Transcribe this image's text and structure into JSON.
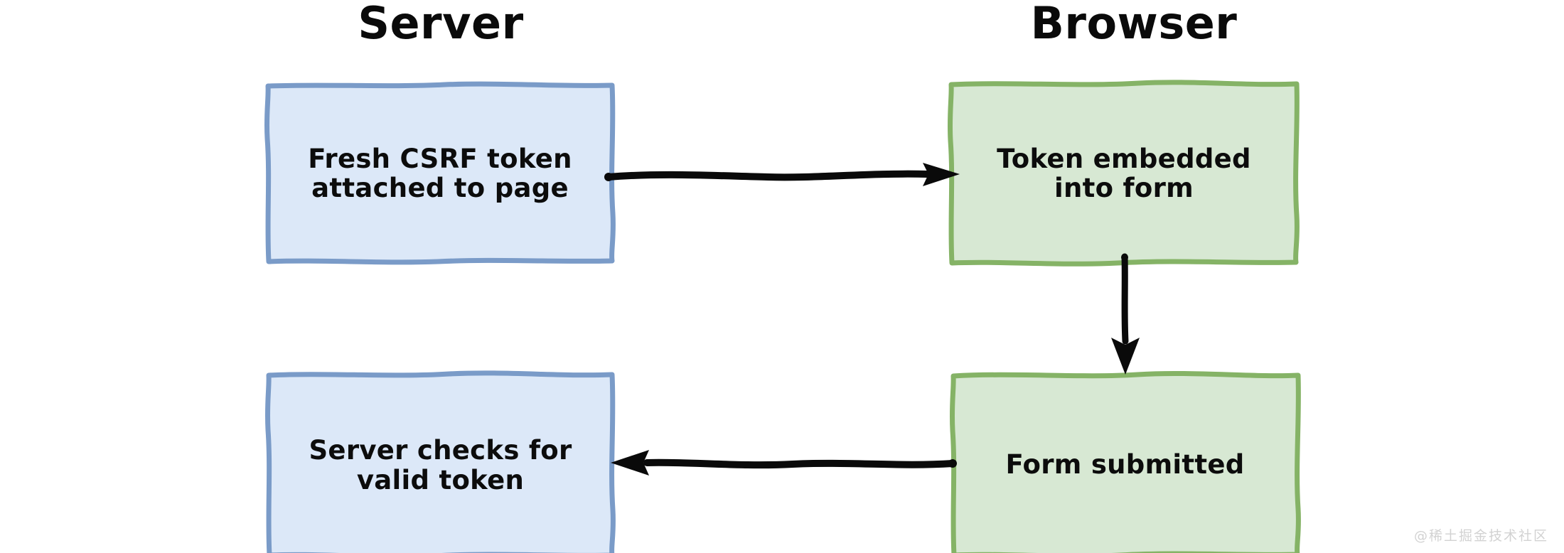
{
  "diagram": {
    "type": "flowchart",
    "background_color": "#ffffff",
    "columns": [
      {
        "id": "server",
        "title": "Server"
      },
      {
        "id": "browser",
        "title": "Browser"
      }
    ],
    "palette": {
      "blue_fill": "#dce8f8",
      "blue_stroke": "#7a9bc8",
      "green_fill": "#d7e8d3",
      "green_stroke": "#85b366",
      "arrow_color": "#0a0a0a",
      "text_color": "#0c0c0c"
    },
    "nodes": [
      {
        "id": "fresh-token",
        "column": "server",
        "label": "Fresh CSRF token\nattached to page",
        "fill": "#dce8f8",
        "stroke": "#7a9bc8"
      },
      {
        "id": "token-embedded",
        "column": "browser",
        "label": "Token embedded\ninto form",
        "fill": "#d7e8d3",
        "stroke": "#85b366"
      },
      {
        "id": "server-checks",
        "column": "server",
        "label": "Server checks for\nvalid token",
        "fill": "#dce8f8",
        "stroke": "#7a9bc8"
      },
      {
        "id": "form-submitted",
        "column": "browser",
        "label": "Form submitted",
        "fill": "#d7e8d3",
        "stroke": "#85b366"
      }
    ],
    "edges": [
      {
        "id": "token-to-browser",
        "from": "fresh-token",
        "to": "token-embedded",
        "direction": "right",
        "label": ""
      },
      {
        "id": "embed-to-submit",
        "from": "token-embedded",
        "to": "form-submitted",
        "direction": "down",
        "label": ""
      },
      {
        "id": "submit-to-server",
        "from": "form-submitted",
        "to": "server-checks",
        "direction": "left",
        "label": ""
      }
    ]
  },
  "watermark": {
    "text": "@稀土掘金技术社区"
  }
}
